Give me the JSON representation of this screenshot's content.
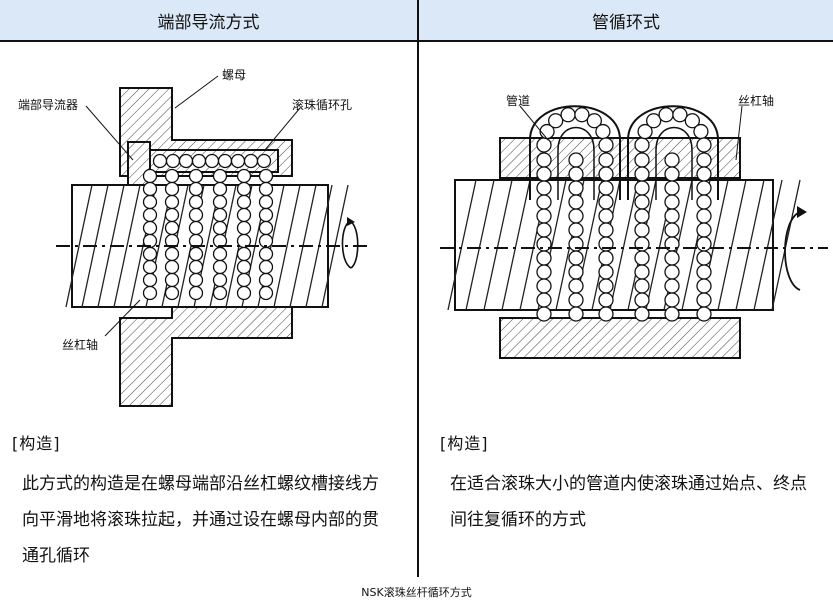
{
  "left_panel": {
    "title": "端部导流方式",
    "labels": {
      "nut": "螺母",
      "end_deflector": "端部导流器",
      "ball_hole": "滚珠循环孔",
      "screw_shaft": "丝杠轴"
    },
    "section_label": "[构造]",
    "description_lines": [
      "此方式的构造是在螺母端部沿丝杠螺纹槽接线方",
      "向平滑地将滚珠拉起，并通过设在螺母内部的贯",
      "通孔循环"
    ]
  },
  "right_panel": {
    "title": "管循环式",
    "labels": {
      "tube": "管道",
      "screw_shaft": "丝杠轴"
    },
    "section_label": "[构造]",
    "description_lines": [
      "在适合滚珠大小的管道内使滚珠通过始点、终点",
      "间往复循环的方式"
    ]
  },
  "caption": "NSK滚珠丝杆循环方式"
}
